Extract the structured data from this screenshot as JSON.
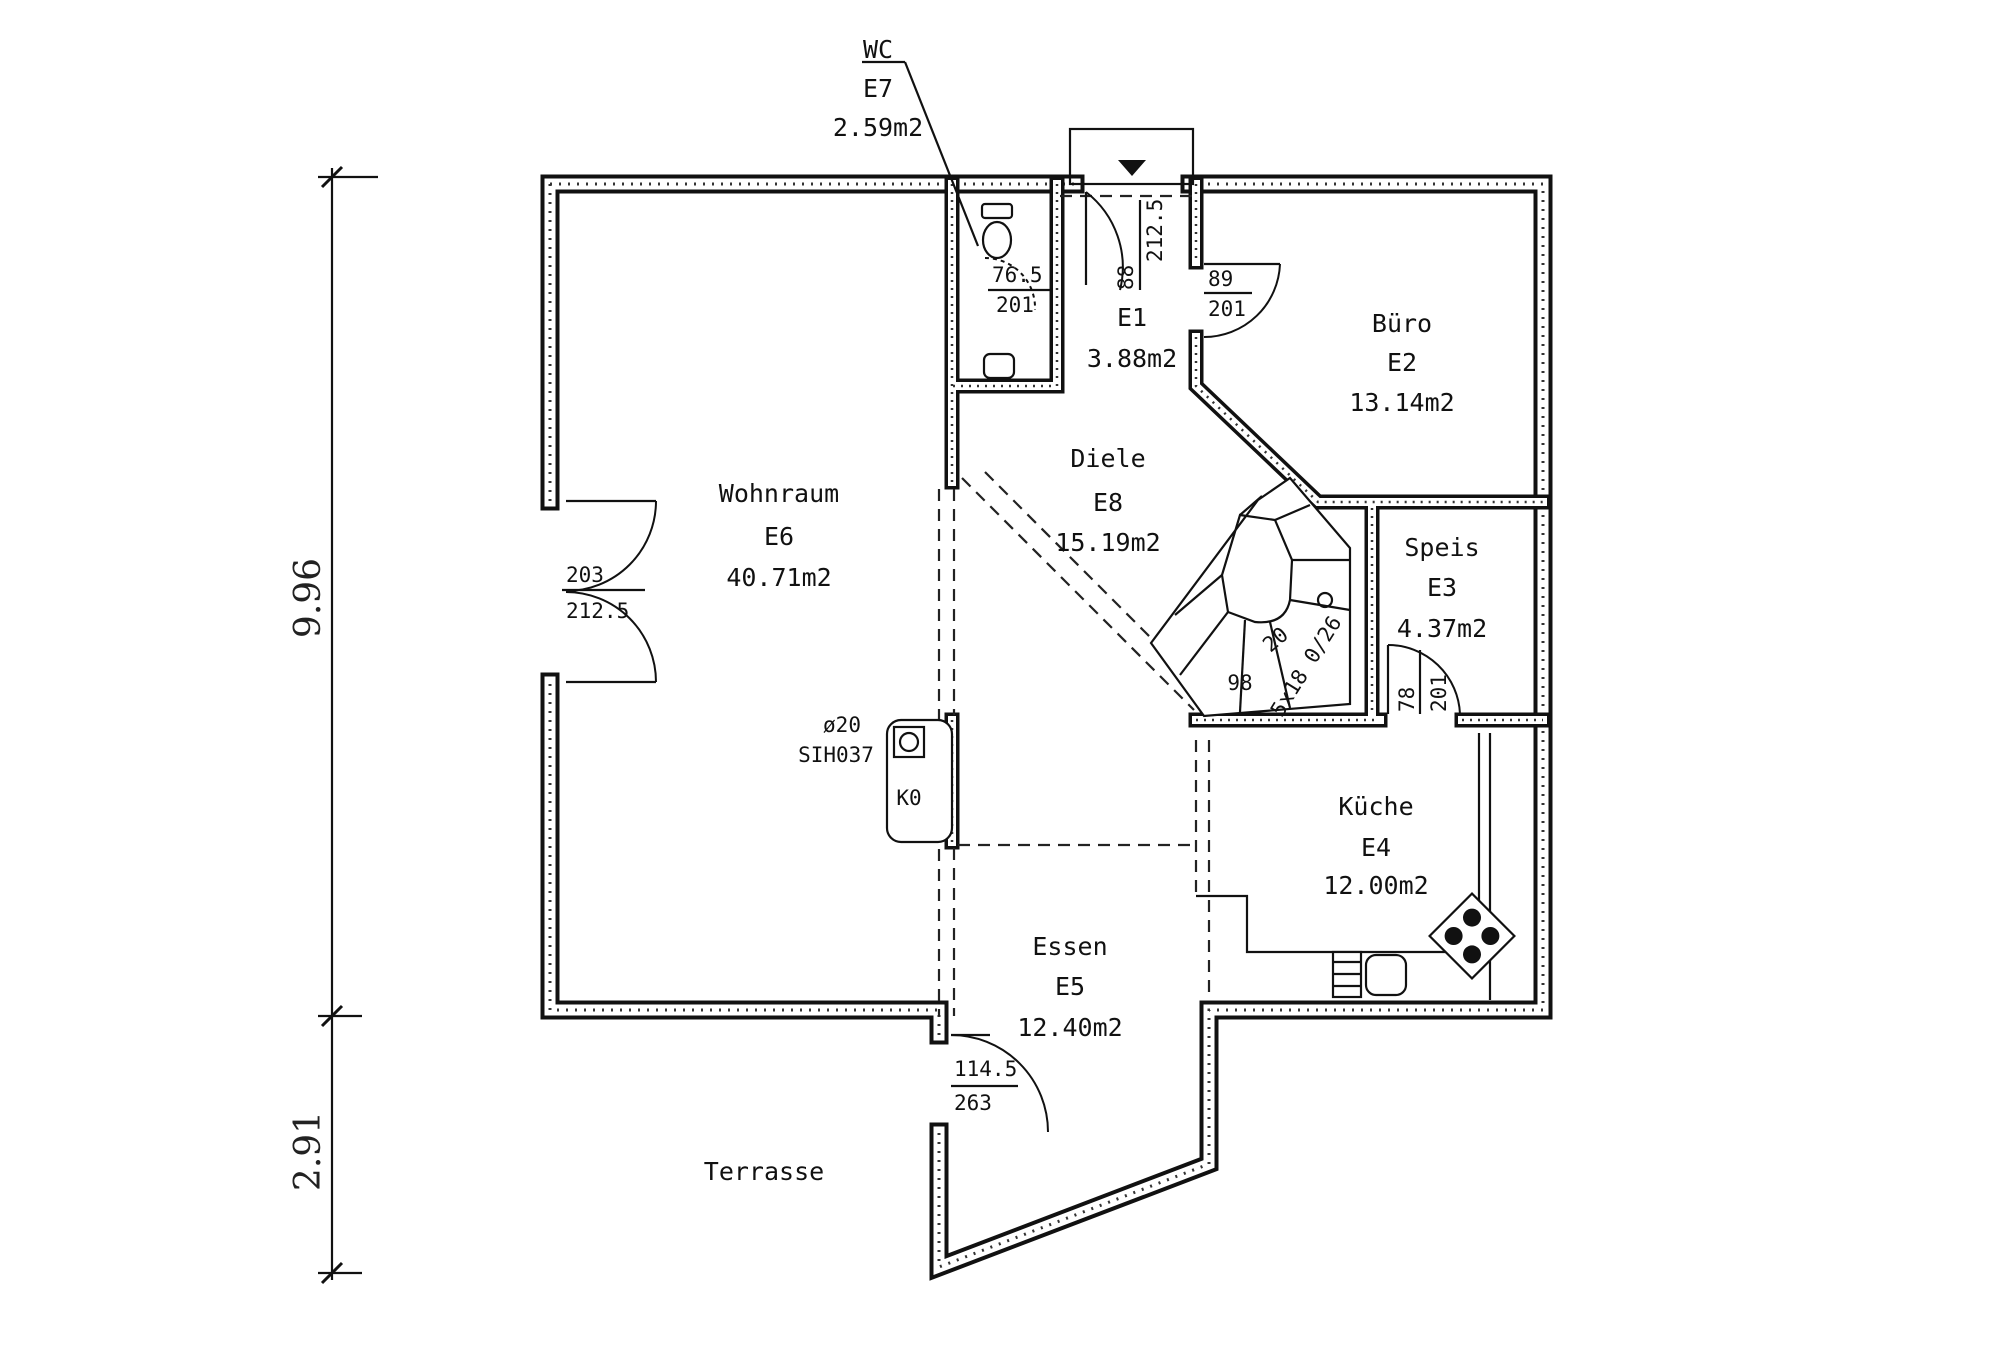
{
  "rooms": {
    "wc": {
      "name": "WC",
      "id": "E7",
      "area": "2.59m2"
    },
    "e1": {
      "id": "E1",
      "area": "3.88m2"
    },
    "buero": {
      "name": "Büro",
      "id": "E2",
      "area": "13.14m2"
    },
    "diele": {
      "name": "Diele",
      "id": "E8",
      "area": "15.19m2"
    },
    "wohnraum": {
      "name": "Wohnraum",
      "id": "E6",
      "area": "40.71m2"
    },
    "speis": {
      "name": "Speis",
      "id": "E3",
      "area": "4.37m2"
    },
    "kueche": {
      "name": "Küche",
      "id": "E4",
      "area": "12.00m2"
    },
    "essen": {
      "name": "Essen",
      "id": "E5",
      "area": "12.40m2"
    }
  },
  "outdoor": {
    "terrasse": "Terrasse"
  },
  "dimensions": {
    "total": "9.96",
    "lower": "2.91"
  },
  "doors": {
    "wohnraum": {
      "width": "203",
      "height": "212.5"
    },
    "wc": {
      "width": "76.5",
      "height": "201"
    },
    "entrance": {
      "width": "88",
      "height": "212.5"
    },
    "buero": {
      "width": "89",
      "height": "201"
    },
    "speis": {
      "width": "78",
      "height": "201"
    },
    "essen": {
      "width": "114.5",
      "height": "263"
    }
  },
  "chimney": {
    "diameter": "ø20",
    "code": "SIH037",
    "label": "K0"
  },
  "stairs": {
    "spec": "5x18 0/26",
    "width_a": "20",
    "width_b": "98"
  },
  "icons": {
    "entrance": "entrance-arrow-icon",
    "stove": "stove-icon",
    "toilet": "toilet-icon"
  }
}
